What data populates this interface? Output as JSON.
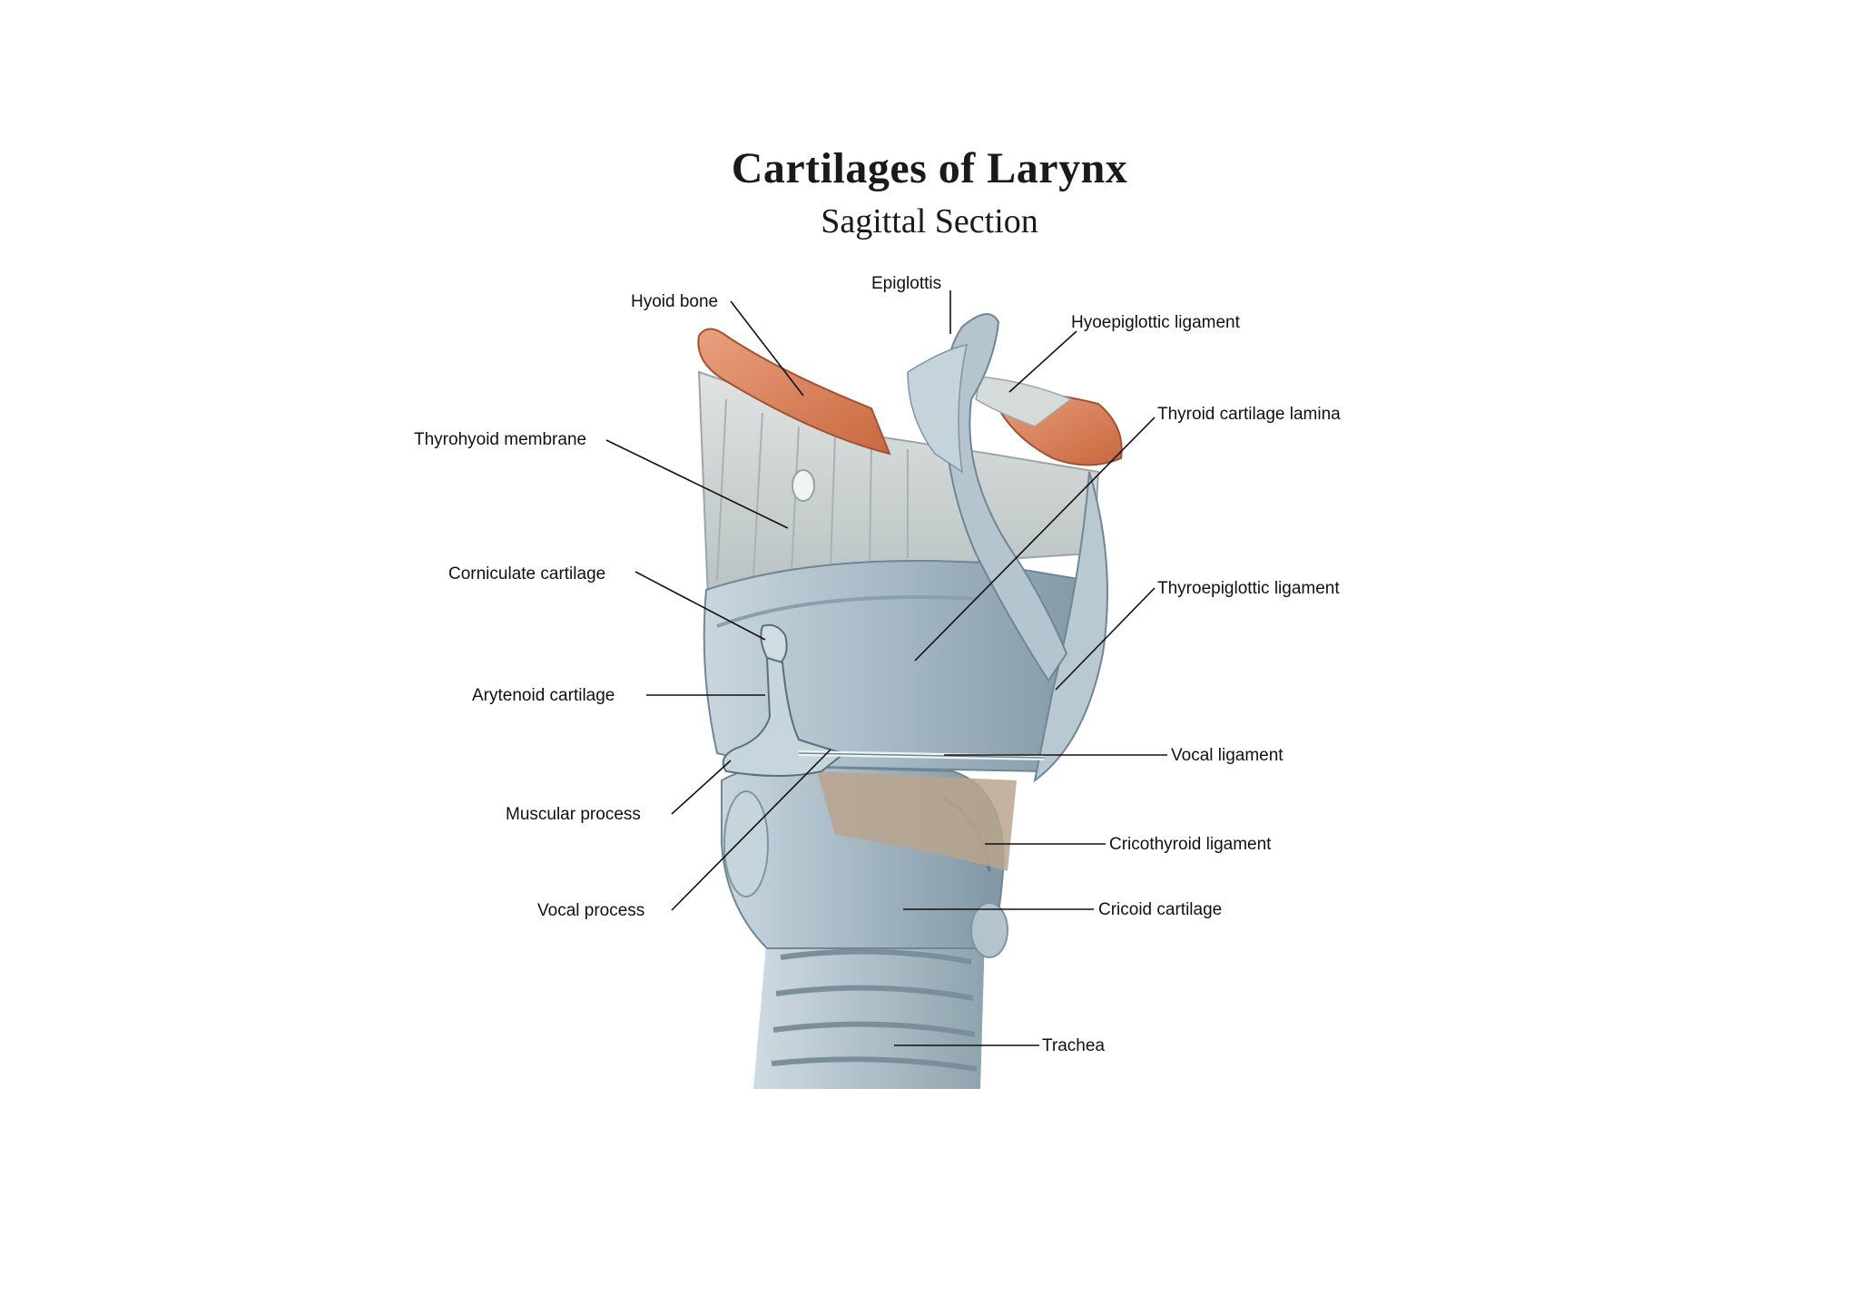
{
  "title": "Cartilages of Larynx",
  "subtitle": "Sagittal Section",
  "labels": {
    "hyoid_bone": "Hyoid bone",
    "epiglottis": "Epiglottis",
    "hyoepiglottic_ligament": "Hyoepiglottic ligament",
    "thyrohyoid_membrane": "Thyrohyoid membrane",
    "thyroid_cartilage_lamina": "Thyroid cartilage lamina",
    "corniculate_cartilage": "Corniculate cartilage",
    "thyroepiglottic_ligament": "Thyroepiglottic ligament",
    "arytenoid_cartilage": "Arytenoid cartilage",
    "vocal_ligament": "Vocal ligament",
    "muscular_process": "Muscular process",
    "cricothyroid_ligament": "Cricothyroid ligament",
    "vocal_process": "Vocal process",
    "cricoid_cartilage": "Cricoid cartilage",
    "trachea": "Trachea"
  },
  "colors": {
    "cartilage": "#a9bcc8",
    "cartilage_light": "#d6e0e6",
    "cartilage_dark": "#6f8794",
    "bone": "#d9825f",
    "membrane": "#c9ccc8",
    "ligament": "#b79f85"
  }
}
